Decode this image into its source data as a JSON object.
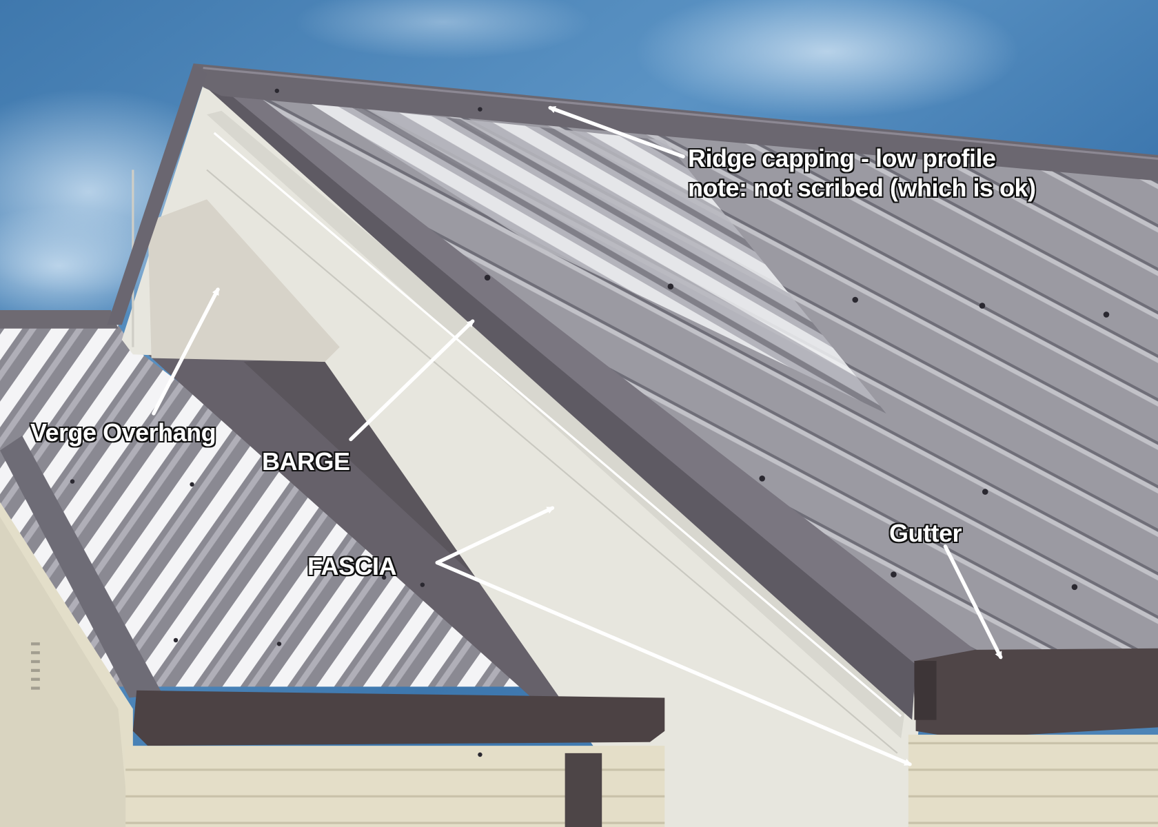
{
  "image": {
    "subject": "Corrugated metal roof with annotated components",
    "colors": {
      "sky": "#4a84b8",
      "sky_light": "#a9c9e3",
      "roof_steel": "#8e8c94",
      "roof_highlight": "#e9eaee",
      "barge_flashing": "#6f6b73",
      "gutter": "#4e4446",
      "fascia_cream": "#e2e0d2",
      "wall_cream": "#e3dcc4",
      "arrow": "#ffffff"
    }
  },
  "annotations": {
    "ridge_capping": {
      "line1": "Ridge capping - low profile",
      "line2": "note: not scribed (which is ok)"
    },
    "verge_overhang": "Verge Overhang",
    "barge": "BARGE",
    "fascia": "FASCIA",
    "gutter": "Gutter"
  }
}
